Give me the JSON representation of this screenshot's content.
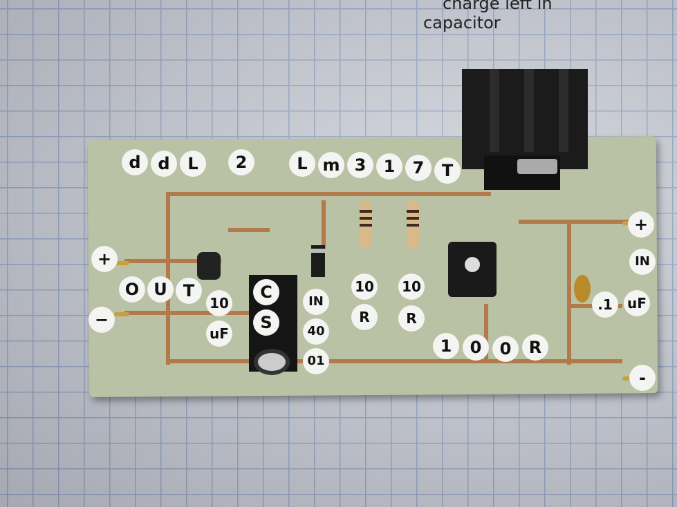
{
  "handwritten_note": {
    "line1": "charge left in",
    "line2": "capacitor"
  },
  "board_labels": {
    "top_left": [
      "d",
      "d",
      "L",
      "2"
    ],
    "top_right": [
      "L",
      "m",
      "3",
      "1",
      "7",
      "T"
    ],
    "out_plus": "+",
    "out_label": [
      "O",
      "U",
      "T"
    ],
    "out_minus": "−",
    "cap_out": [
      "10",
      "uF"
    ],
    "jack": [
      "C",
      "S"
    ],
    "diode": [
      "IN",
      "40",
      "01"
    ],
    "res1": [
      "10",
      "R"
    ],
    "res2": [
      "10",
      "R"
    ],
    "pot": [
      "1",
      "0",
      "0",
      "R"
    ],
    "in_plus": "+",
    "in_label": "IN",
    "cap_in": [
      ".1",
      "uF"
    ],
    "in_minus": "-"
  }
}
